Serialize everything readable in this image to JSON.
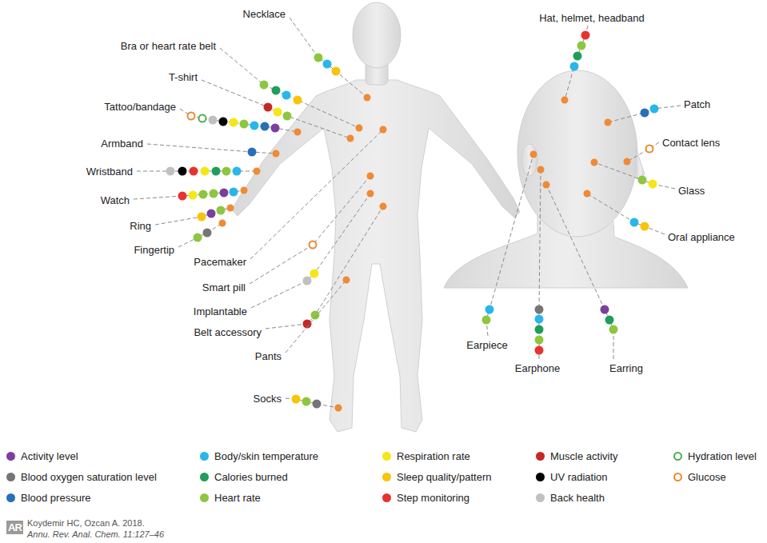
{
  "diagram": {
    "labels": [
      "Necklace",
      "Bra or heart rate belt",
      "T-shirt",
      "Tattoo/bandage",
      "Armband",
      "Wristband",
      "Watch",
      "Ring",
      "Fingertip",
      "Pacemaker",
      "Smart pill",
      "Implantable",
      "Belt accessory",
      "Pants",
      "Socks",
      "Hat, helmet, headband",
      "Patch",
      "Contact lens",
      "Glass",
      "Oral appliance",
      "Earpiece",
      "Earphone",
      "Earring",
      "AR",
      "Koydemir HC, Ozcan A. 2018.",
      "Annu. Rev. Anal. Chem. 11:127–46"
    ],
    "legend": [
      {
        "text": "Activity level",
        "color": "#7b3f9e"
      },
      {
        "text": "Body/skin temperature",
        "color": "#29b6e8"
      },
      {
        "text": "Respiration rate",
        "color": "#f5e616"
      },
      {
        "text": "Muscle activity",
        "color": "#c62828"
      },
      {
        "text": "Hydration level",
        "color": "#4caf50"
      },
      {
        "text": "Blood oxygen saturation level",
        "color": "#757575"
      },
      {
        "text": "Calories burned",
        "color": "#1e9e5a"
      },
      {
        "text": "Sleep quality/pattern",
        "color": "#f7c40b"
      },
      {
        "text": "UV radiation",
        "color": "#000000"
      },
      {
        "text": "Glucose",
        "color": "#e88b2e"
      },
      {
        "text": "Blood pressure",
        "color": "#2770b8"
      },
      {
        "text": "Heart rate",
        "color": "#8dc63f"
      },
      {
        "text": "Step monitoring",
        "color": "#e8322e"
      },
      {
        "text": "Back health",
        "color": "#c0c0c0"
      }
    ]
  }
}
